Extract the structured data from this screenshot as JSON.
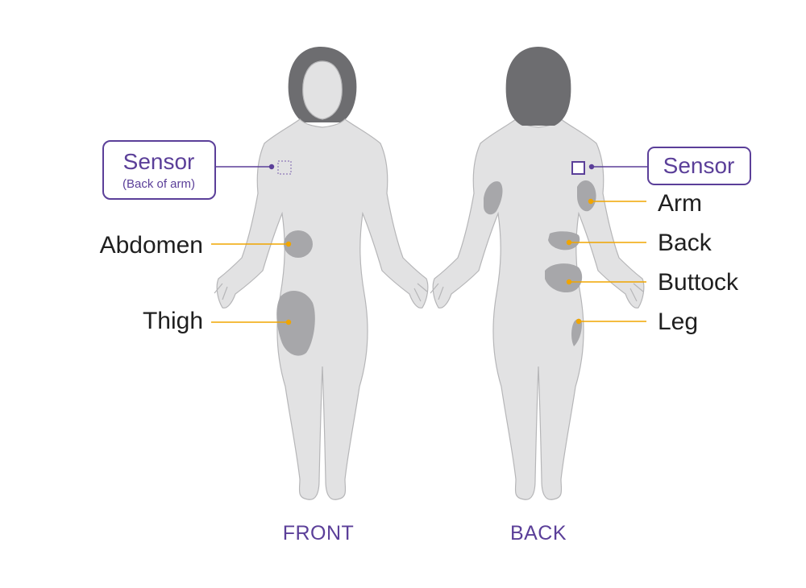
{
  "colors": {
    "body": "#e2e2e3",
    "body_outline": "#b6b6b8",
    "hair": "#6d6d70",
    "site": "#a7a7aa",
    "leader_line": "#f0a500",
    "sensor": "#5b3f99",
    "label_text": "#1f1f1f",
    "background": "#ffffff"
  },
  "front": {
    "caption": "FRONT",
    "sensor_box": {
      "title": "Sensor",
      "subtitle": "(Back of arm)"
    },
    "sites": [
      {
        "label": "Abdomen"
      },
      {
        "label": "Thigh"
      }
    ]
  },
  "back": {
    "caption": "BACK",
    "sensor_box": {
      "title": "Sensor"
    },
    "sites": [
      {
        "label": "Arm"
      },
      {
        "label": "Back"
      },
      {
        "label": "Buttock"
      },
      {
        "label": "Leg"
      }
    ]
  }
}
